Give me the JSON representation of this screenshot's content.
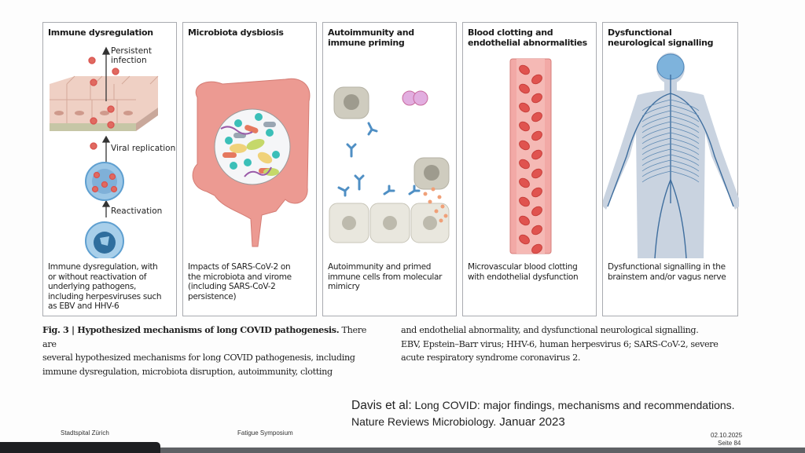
{
  "figure": {
    "panels": [
      {
        "title": "Immune dysregulation",
        "caption": "Immune dysregulation, with or without reactivation of underlying pathogens, including herpesviruses such as EBV and HHV-6",
        "caption_lines": [
          "Immune dysregulation, with",
          "or without reactivation of",
          "underlying pathogens,",
          "including herpesviruses such",
          "as EBV and HHV-6"
        ],
        "labels": {
          "persistent_1": "Persistent",
          "persistent_2": "infection",
          "viral_replication": "Viral replication",
          "reactivation": "Reactivation"
        }
      },
      {
        "title": "Microbiota dysbiosis",
        "caption_lines": [
          "Impacts of SARS-CoV-2 on",
          "the microbiota and virome",
          "(including SARS-CoV-2",
          "persistence)"
        ]
      },
      {
        "title_lines": [
          "Autoimmunity and",
          "immune priming"
        ],
        "caption_lines": [
          "Autoimmunity and primed",
          "immune cells from molecular",
          "mimicry"
        ]
      },
      {
        "title_lines": [
          "Blood clotting and",
          "endothelial abnormalities"
        ],
        "caption_lines": [
          "Microvascular blood clotting",
          "with endothelial dysfunction"
        ]
      },
      {
        "title_lines": [
          "Dysfunctional",
          "neurological signalling"
        ],
        "caption_lines": [
          "Dysfunctional signalling in the",
          "brainstem and/or vagus nerve"
        ]
      }
    ],
    "caption": {
      "fig_label": "Fig. 3 | Hypothesized mechanisms of long COVID pathogenesis.",
      "left_lines": [
        " There are",
        "several hypothesized mechanisms for long COVID pathogenesis, including",
        "immune dysregulation, microbiota disruption, autoimmunity, clotting"
      ],
      "right_lines": [
        "and endothelial abnormality, and dysfunctional neurological signalling.",
        "EBV, Epstein–Barr virus; HHV-6, human herpesvirus 6; SARS-CoV-2, severe",
        "acute respiratory syndrome coronavirus 2."
      ]
    }
  },
  "reference": {
    "authors": "Davis et al:",
    "title": " Long COVID: major findings, mechanisms and recommendations.",
    "journal": "Nature Reviews Microbiology.",
    "date": " Januar 2023"
  },
  "footer": {
    "institution": "Stadtspital Zürich",
    "event": "Fatigue Symposium",
    "date": "02.10.2025",
    "page": "Seite 84"
  },
  "colors": {
    "panel_border": "#a9abb0",
    "virus": "#d9534f",
    "antibody": "#4f8fc4",
    "blood": "#e0736f",
    "nerve": "#3f6e9e"
  }
}
